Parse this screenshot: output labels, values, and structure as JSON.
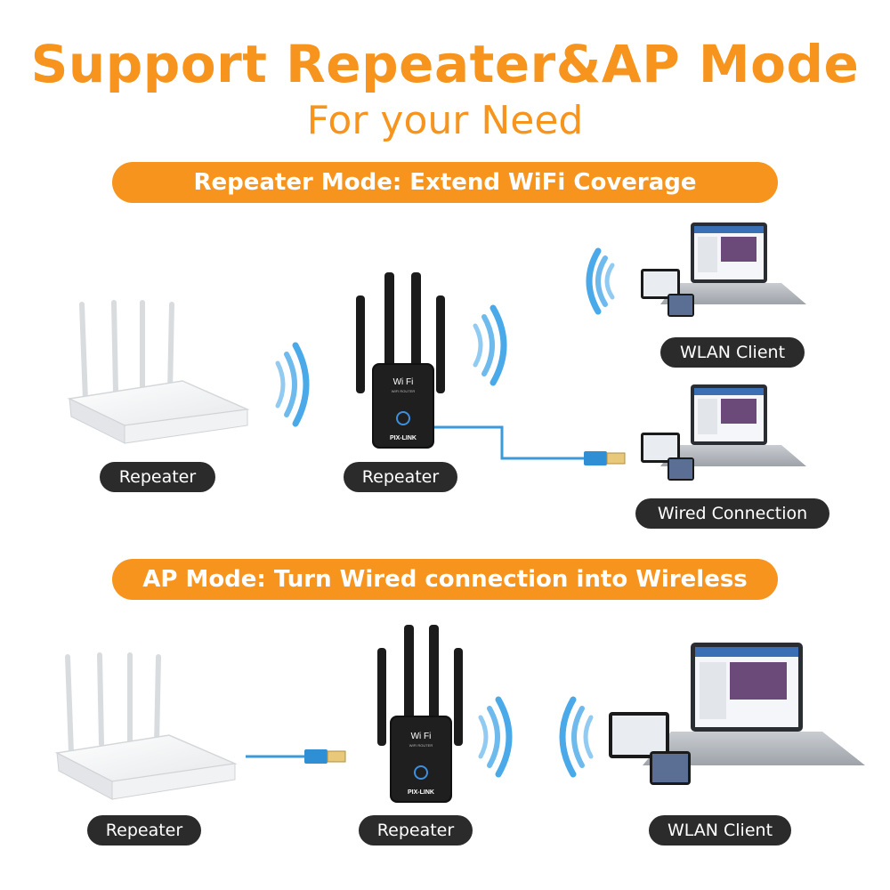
{
  "header": {
    "title": "Support Repeater&AP Mode",
    "subtitle": "For your Need"
  },
  "repeater_mode": {
    "banner": "Repeater Mode: Extend WiFi Coverage",
    "labels": {
      "router": "Repeater",
      "extender": "Repeater",
      "wlan_client": "WLAN Client",
      "wired": "Wired Connection"
    }
  },
  "ap_mode": {
    "banner": "AP Mode: Turn Wired connection into Wireless",
    "labels": {
      "router": "Repeater",
      "extender": "Repeater",
      "wlan_client": "WLAN Client"
    }
  },
  "device": {
    "wifi_text": "Wi  Fi",
    "sub_text": "WIFI ROUTER",
    "brand": "PIX-LINK"
  },
  "colors": {
    "accent": "#f7941d",
    "pill": "#2b2b2b",
    "wave": "#4aa9e8",
    "cable": "#3b9ad9"
  }
}
